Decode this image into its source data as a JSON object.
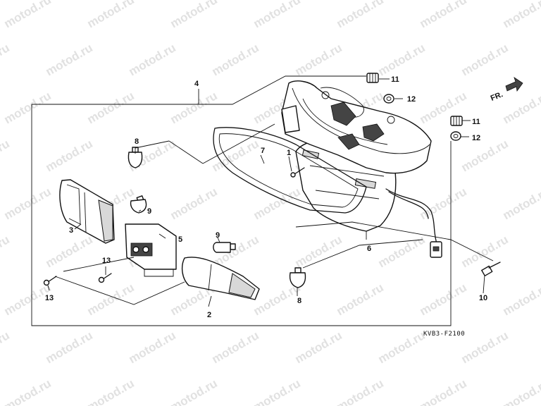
{
  "watermark": "motod.ru",
  "diagram_code": "KVB3-F2100",
  "direction_label": "FR.",
  "callouts": [
    "1",
    "2",
    "3",
    "4",
    "5",
    "6",
    "7",
    "8",
    "8",
    "9",
    "9",
    "10",
    "11",
    "11",
    "12",
    "12",
    "13",
    "13"
  ]
}
